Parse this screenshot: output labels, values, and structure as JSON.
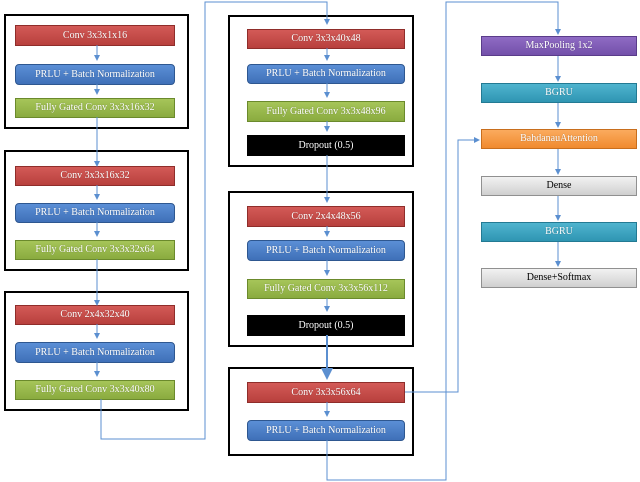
{
  "blocks": {
    "g1_conv": "Conv 3x3x1x16",
    "g1_prlu": "PRLU + Batch Normalization",
    "g1_gated": "Fully Gated Conv 3x3x16x32",
    "g2_conv": "Conv 3x3x16x32",
    "g2_prlu": "PRLU + Batch Normalization",
    "g2_gated": "Fully Gated Conv 3x3x32x64",
    "g3_conv": "Conv 2x4x32x40",
    "g3_prlu": "PRLU + Batch Normalization",
    "g3_gated": "Fully Gated Conv 3x3x40x80",
    "g4_conv": "Conv 3x3x40x48",
    "g4_prlu": "PRLU + Batch Normalization",
    "g4_gated": "Fully Gated Conv 3x3x48x96",
    "g4_drop": "Dropout (0.5)",
    "g5_conv": "Conv 2x4x48x56",
    "g5_prlu": "PRLU + Batch Normalization",
    "g5_gated": "Fully Gated Conv 3x3x56x112",
    "g5_drop": "Dropout (0.5)",
    "g6_conv": "Conv 3x3x56x64",
    "g6_prlu": "PRLU + Batch Normalization",
    "r_maxpool": "MaxPooling 1x2",
    "r_bgru1": "BGRU",
    "r_attention": "BahdanauAttention",
    "r_dense": "Dense",
    "r_bgru2": "BGRU",
    "r_dense_softmax": "Dense+Softmax"
  },
  "colors": {
    "conv": "#c44a47",
    "prlu": "#4a7fc6",
    "gated": "#97b84a",
    "dropout": "#000000",
    "maxpool": "#805cb6",
    "bgru": "#3ca3c0",
    "attention": "#f59a45",
    "dense": "#dedede",
    "wire": "#5b8fd0"
  }
}
